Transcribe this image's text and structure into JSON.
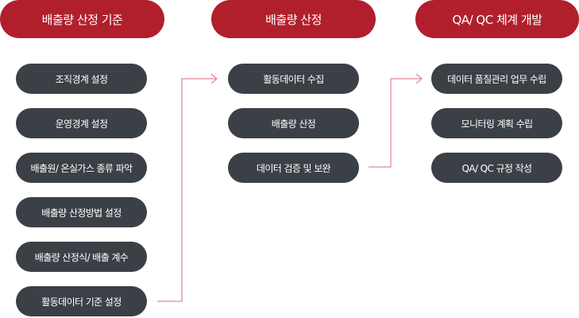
{
  "columns": [
    {
      "header": "배출량 산정 기준",
      "items": [
        "조직경계 설정",
        "운영경계 설정",
        "배출원/ 온실가스 종류 파악",
        "배출량 산정방법 설정",
        "배출량 산정식/ 배출 계수",
        "활동데이터 기준 설정"
      ]
    },
    {
      "header": "배출량 산정",
      "items": [
        "활동데이터  수집",
        "배출량 산정",
        "데이터 검증 및 보완"
      ]
    },
    {
      "header": "QA/ QC 체계 개발",
      "items": [
        "데이터 품질관리 업무 수립",
        "모니터링 계획 수립",
        "QA/ QC 규정 작성"
      ]
    }
  ],
  "colors": {
    "header_bg": "#b11f2d",
    "pill_bg": "#3b4046",
    "connector": "#e08a93"
  }
}
